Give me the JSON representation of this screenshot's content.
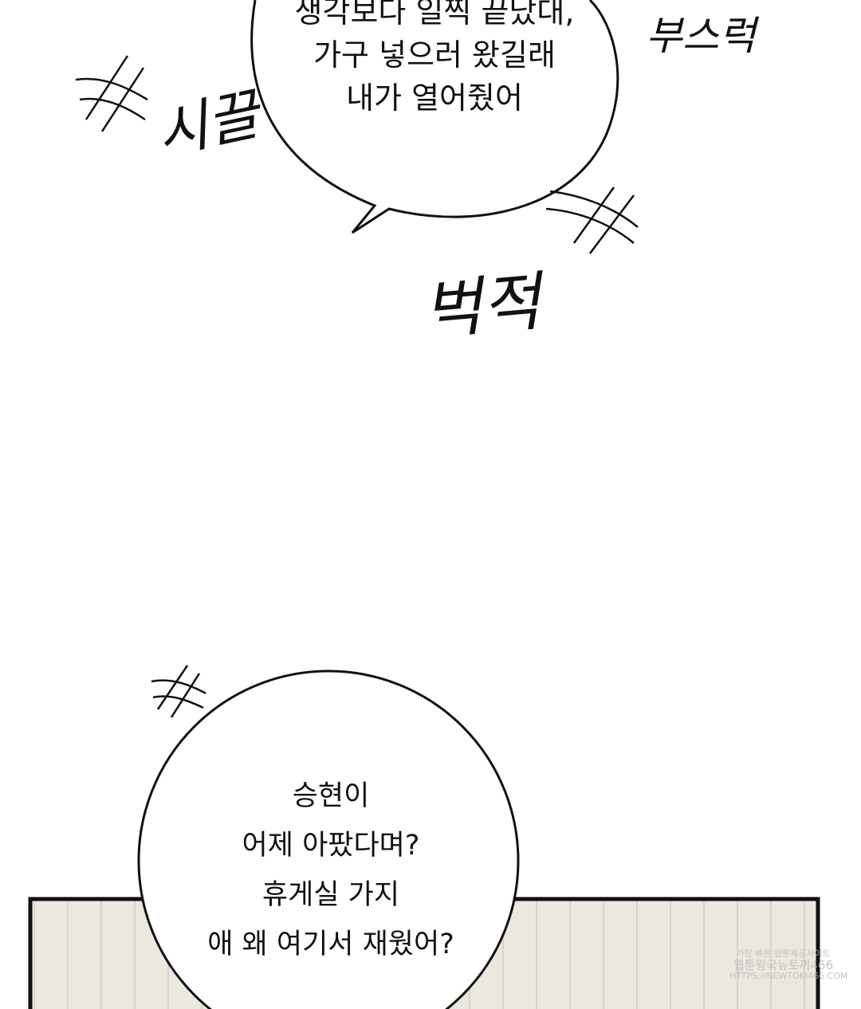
{
  "bubbles": [
    {
      "lines": [
        "생각보다 일찍 끝났대,",
        "가구 넣으러 왔길래",
        "내가 열어줬어"
      ]
    },
    {
      "lines": [
        "승현이",
        "어제 아팠다며?",
        "휴게실 가지",
        "애 왜 여기서 재웠어?"
      ]
    }
  ],
  "sfx": {
    "noisy": "시끌",
    "rustle": "부스럭",
    "bustle": "벅적"
  },
  "watermark": {
    "line1": "가장 빠른 웹툰제공사이트",
    "line2": "웹툰왕국뉴토끼466",
    "line3": "HTTPS://NEWTOKI466.COM"
  },
  "colors": {
    "ink": "#111111",
    "panel": "#ece8df"
  }
}
